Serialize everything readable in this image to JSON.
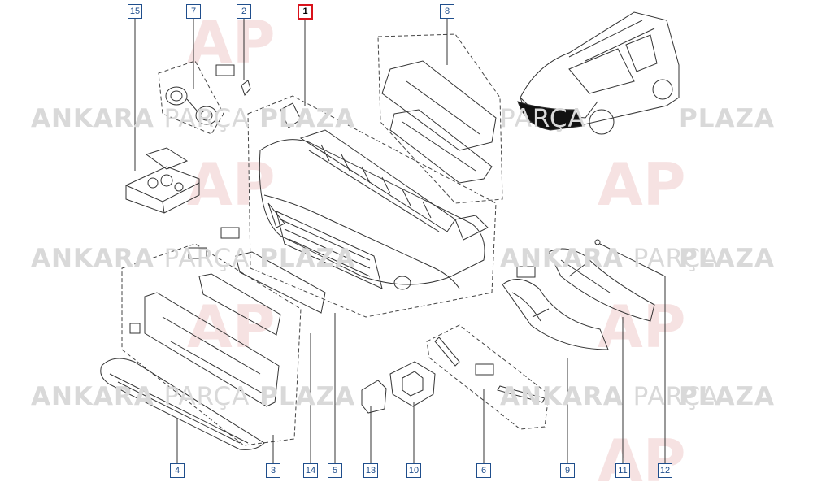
{
  "watermark": {
    "word1": "ANKARA",
    "word2": "PARÇA",
    "word3": "PLAZA",
    "logo_text": "AP"
  },
  "callouts": [
    {
      "id": "1",
      "selected": true
    },
    {
      "id": "2"
    },
    {
      "id": "3"
    },
    {
      "id": "4"
    },
    {
      "id": "5"
    },
    {
      "id": "6"
    },
    {
      "id": "7"
    },
    {
      "id": "8"
    },
    {
      "id": "9"
    },
    {
      "id": "10"
    },
    {
      "id": "11"
    },
    {
      "id": "12"
    },
    {
      "id": "13"
    },
    {
      "id": "14"
    },
    {
      "id": "15"
    }
  ],
  "colors": {
    "callout_border": "#1f4e8c",
    "selected_border": "#d9121b",
    "line": "#333333",
    "watermark": "#d9d9d9",
    "logo": "#f0c8c8"
  }
}
